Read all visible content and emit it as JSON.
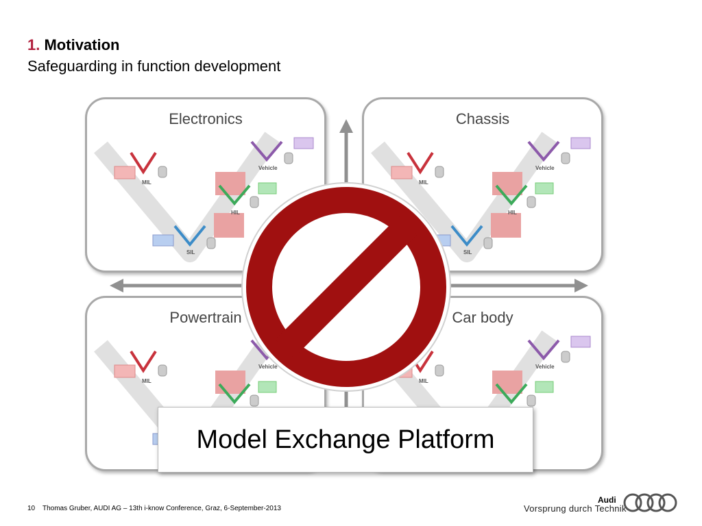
{
  "slide": {
    "number": "1.",
    "title": "Motivation",
    "subtitle": "Safeguarding in function development"
  },
  "quadrants": [
    {
      "id": "electronics",
      "title": "Electronics"
    },
    {
      "id": "chassis",
      "title": "Chassis"
    },
    {
      "id": "powertrain",
      "title": "Powertrain"
    },
    {
      "id": "car-body",
      "title": "Car body"
    }
  ],
  "v_stages": {
    "mil": "MIL",
    "sil": "SIL",
    "hil": "HIL",
    "vehicle": "Vehicle"
  },
  "colors": {
    "accent": "#b01e3c",
    "mil": "#c8323c",
    "sil": "#3c8cc8",
    "hil": "#3caa5a",
    "vehicle": "#8c5aaa",
    "noentry": "#a01010",
    "frame": "#a8a8a8",
    "axis": "#909090"
  },
  "platform": {
    "label": "Model Exchange Platform"
  },
  "footer": {
    "page": "10",
    "text": "Thomas Gruber, AUDI AG – 13th i-know Conference, Graz, 6-September-2013",
    "brand": "Audi",
    "slogan": "Vorsprung durch Technik"
  }
}
